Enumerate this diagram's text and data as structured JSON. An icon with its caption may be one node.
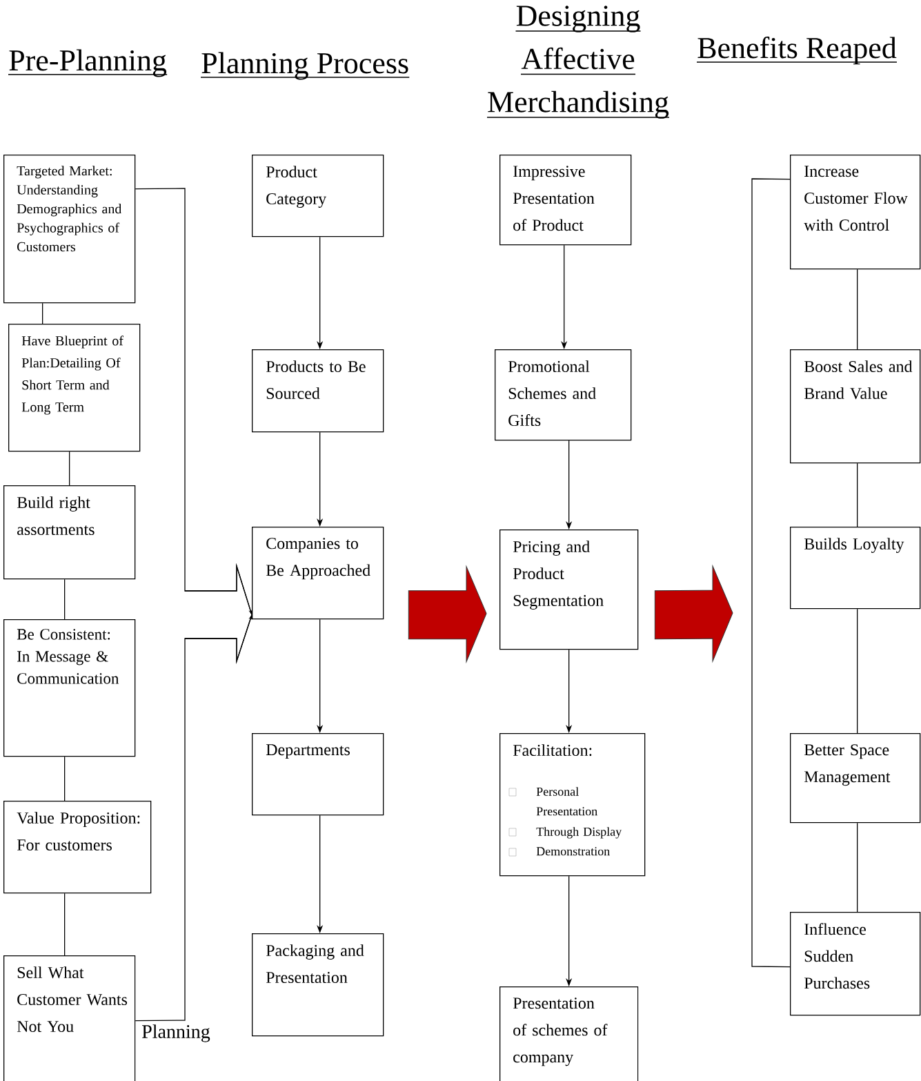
{
  "diagram": {
    "nodes": [
      {
        "text": [
          "Targeted Market: Understanding Demographics and Psychographics of Customers"
        ]
      },
      {
        "text": [
          "Have Blueprint of Plan:Detailing Of Short Term and Long Term"
        ]
      },
      {
        "text": [
          "Build right assortments"
        ]
      },
      {
        "text": [
          "Be Consistent: In Message & Communication"
        ]
      },
      {
        "text": [
          "Value Proposition: For customers"
        ]
      },
      {
        "text": [
          "Sell What Customer Wants Not You"
        ]
      },
      {
        "text": [
          "Product Category"
        ]
      },
      {
        "text": [
          "Products to Be Sourced"
        ]
      },
      {
        "text": [
          "Companies to Be Approached"
        ]
      },
      {
        "text": [
          "Departments"
        ]
      },
      {
        "text": [
          "Packaging and Presentation"
        ]
      },
      {
        "text": [
          "Impressive Presentation of Product"
        ]
      },
      {
        "text": [
          "Promotional Schemes and Gifts"
        ]
      },
      {
        "text": [
          "Pricing and Product Segmentation"
        ]
      },
      {
        "text": [
          "Facilitation:",
          "Personal Presentation",
          "Through Display",
          "Demonstration"
        ]
      },
      {
        "text": [
          "Presentation of schemes of company"
        ]
      },
      {
        "text": [
          "Increase Customer Flow with Control"
        ]
      },
      {
        "text": [
          "Boost Sales and Brand Value"
        ]
      },
      {
        "text": [
          "Builds Loyalty"
        ]
      },
      {
        "text": [
          "Better Space Management"
        ]
      },
      {
        "text": [
          "Influence Sudden Purchases"
        ]
      }
    ],
    "edges": [
      {
        "from": 0,
        "to": 1,
        "arrow": "none"
      },
      {
        "from": 1,
        "to": 2,
        "arrow": "none"
      },
      {
        "from": 2,
        "to": 3,
        "arrow": "none"
      },
      {
        "from": 3,
        "to": 4,
        "arrow": "none"
      },
      {
        "from": 4,
        "to": 5,
        "arrow": "none"
      },
      {
        "from": 0,
        "to": 8,
        "arrow": "to"
      },
      {
        "from": 5,
        "to": 8,
        "arrow": "to"
      },
      {
        "from": 6,
        "to": 7,
        "arrow": "to"
      },
      {
        "from": 7,
        "to": 8,
        "arrow": "to"
      },
      {
        "from": 8,
        "to": 9,
        "arrow": "to"
      },
      {
        "from": 9,
        "to": 10,
        "arrow": "to"
      },
      {
        "from": 11,
        "to": 12,
        "arrow": "to"
      },
      {
        "from": 12,
        "to": 13,
        "arrow": "to"
      },
      {
        "from": 13,
        "to": 14,
        "arrow": "to"
      },
      {
        "from": 14,
        "to": 15,
        "arrow": "to"
      },
      {
        "from": 8,
        "to": 13,
        "arrow": "to",
        "color": "#c00000"
      },
      {
        "from": 13,
        "to": null,
        "arrow": "to",
        "color": "#c00000"
      },
      {
        "from": 16,
        "to": 17,
        "arrow": "none"
      },
      {
        "from": 17,
        "to": 18,
        "arrow": "none"
      },
      {
        "from": 18,
        "to": 19,
        "arrow": "none"
      },
      {
        "from": 19,
        "to": 20,
        "arrow": "none"
      },
      {
        "from": 16,
        "to": 20,
        "arrow": "none"
      }
    ],
    "labels": [
      "Pre-Planning",
      "Planning Process",
      "Designing Affective Merchandising",
      "Benefits Reaped",
      "Planning"
    ]
  }
}
